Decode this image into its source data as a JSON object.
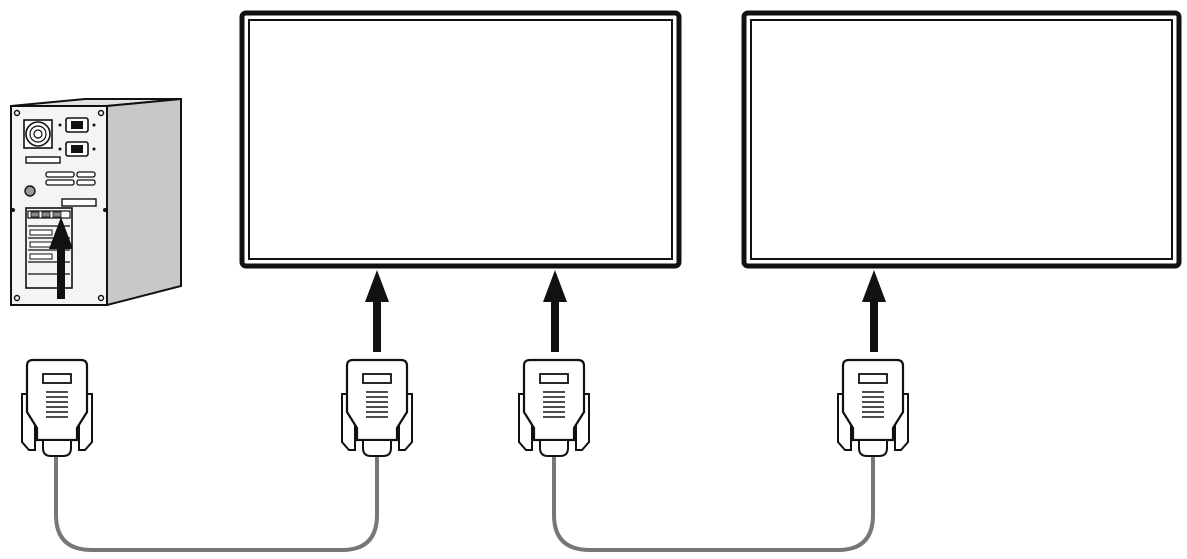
{
  "diagram": {
    "description_visible_text": "",
    "colors": {
      "outline": "#111111",
      "pc_front": "#f4f4f4",
      "pc_side": "#c8c8c8",
      "pc_top": "#e2e2e2",
      "cable": "#777777",
      "arrow": "#111111",
      "connector_fill": "#ffffff"
    },
    "nodes": [
      {
        "id": "pc",
        "kind": "computer-tower",
        "icon": "computer-tower-icon"
      },
      {
        "id": "display-1",
        "kind": "display-monitor",
        "icon": "monitor-icon"
      },
      {
        "id": "display-2",
        "kind": "display-monitor",
        "icon": "monitor-icon"
      }
    ],
    "connectors": [
      {
        "id": "connector-1",
        "icon": "vga-connector-icon",
        "plugs_into": "pc"
      },
      {
        "id": "connector-2",
        "icon": "vga-connector-icon",
        "plugs_into": "display-1"
      },
      {
        "id": "connector-3",
        "icon": "vga-connector-icon",
        "plugs_into": "display-1"
      },
      {
        "id": "connector-4",
        "icon": "vga-connector-icon",
        "plugs_into": "display-2"
      }
    ],
    "cables": [
      {
        "id": "cable-1",
        "from": "connector-1",
        "to": "connector-2"
      },
      {
        "id": "cable-2",
        "from": "connector-3",
        "to": "connector-4"
      }
    ]
  }
}
